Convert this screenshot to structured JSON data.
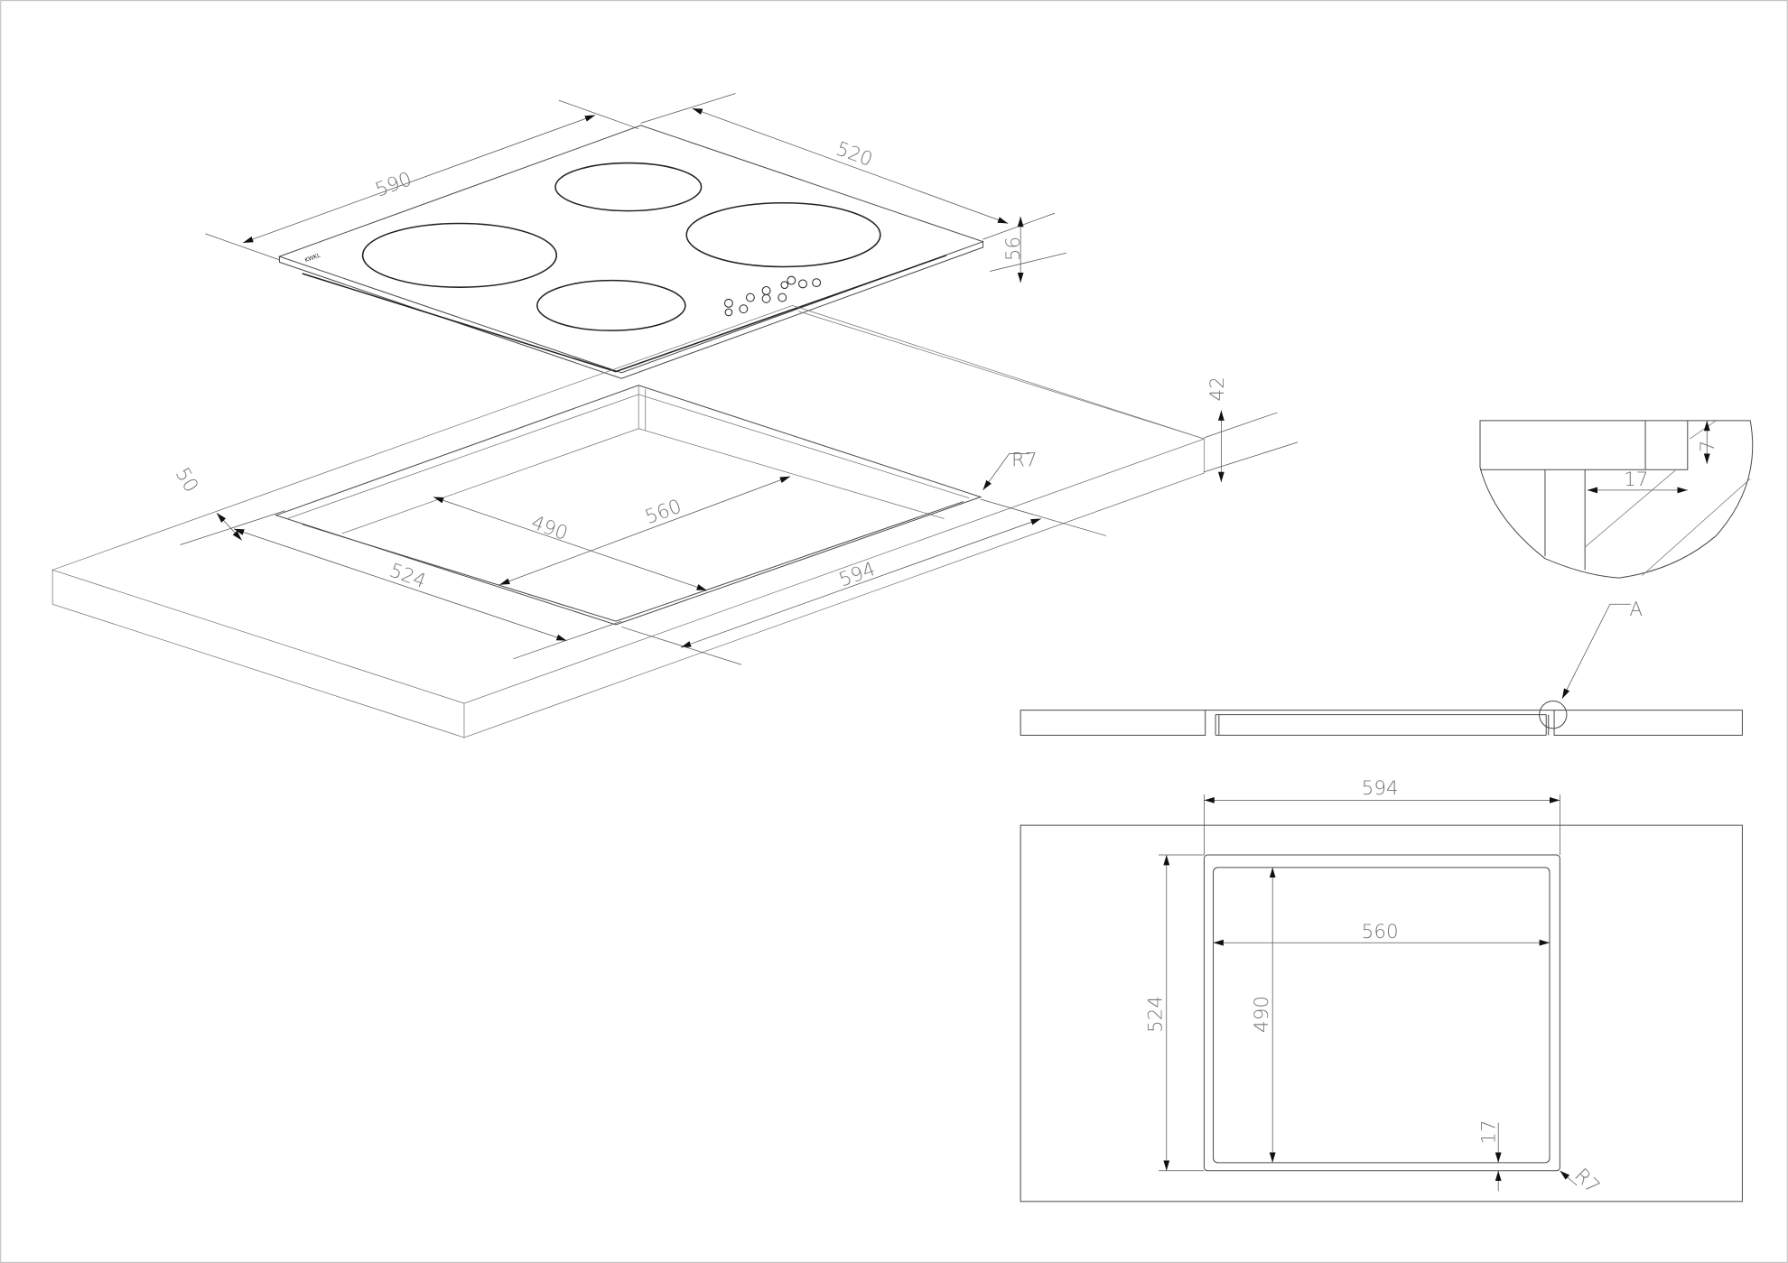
{
  "isometric_hob": {
    "width_label": "590",
    "depth_label": "520",
    "height_label": "56",
    "brand_mark": "KWKL"
  },
  "isometric_worktop": {
    "thickness_label": "42",
    "corner_radius_label": "R7",
    "edge_offset_label": "50",
    "inner_depth_label": "490",
    "inner_width_label": "560",
    "cutout_depth_label": "524",
    "cutout_width_label": "594"
  },
  "detail_a": {
    "step_height_label": "7",
    "step_width_label": "17",
    "callout_label": "A"
  },
  "plan_view": {
    "cutout_width_label": "594",
    "inner_width_label": "560",
    "cutout_depth_label": "524",
    "inner_depth_label": "490",
    "rebate_label": "17",
    "corner_radius_label": "R7"
  },
  "colors": {
    "line": "#4a4a4a",
    "text": "#777777",
    "background": "#ffffff"
  }
}
